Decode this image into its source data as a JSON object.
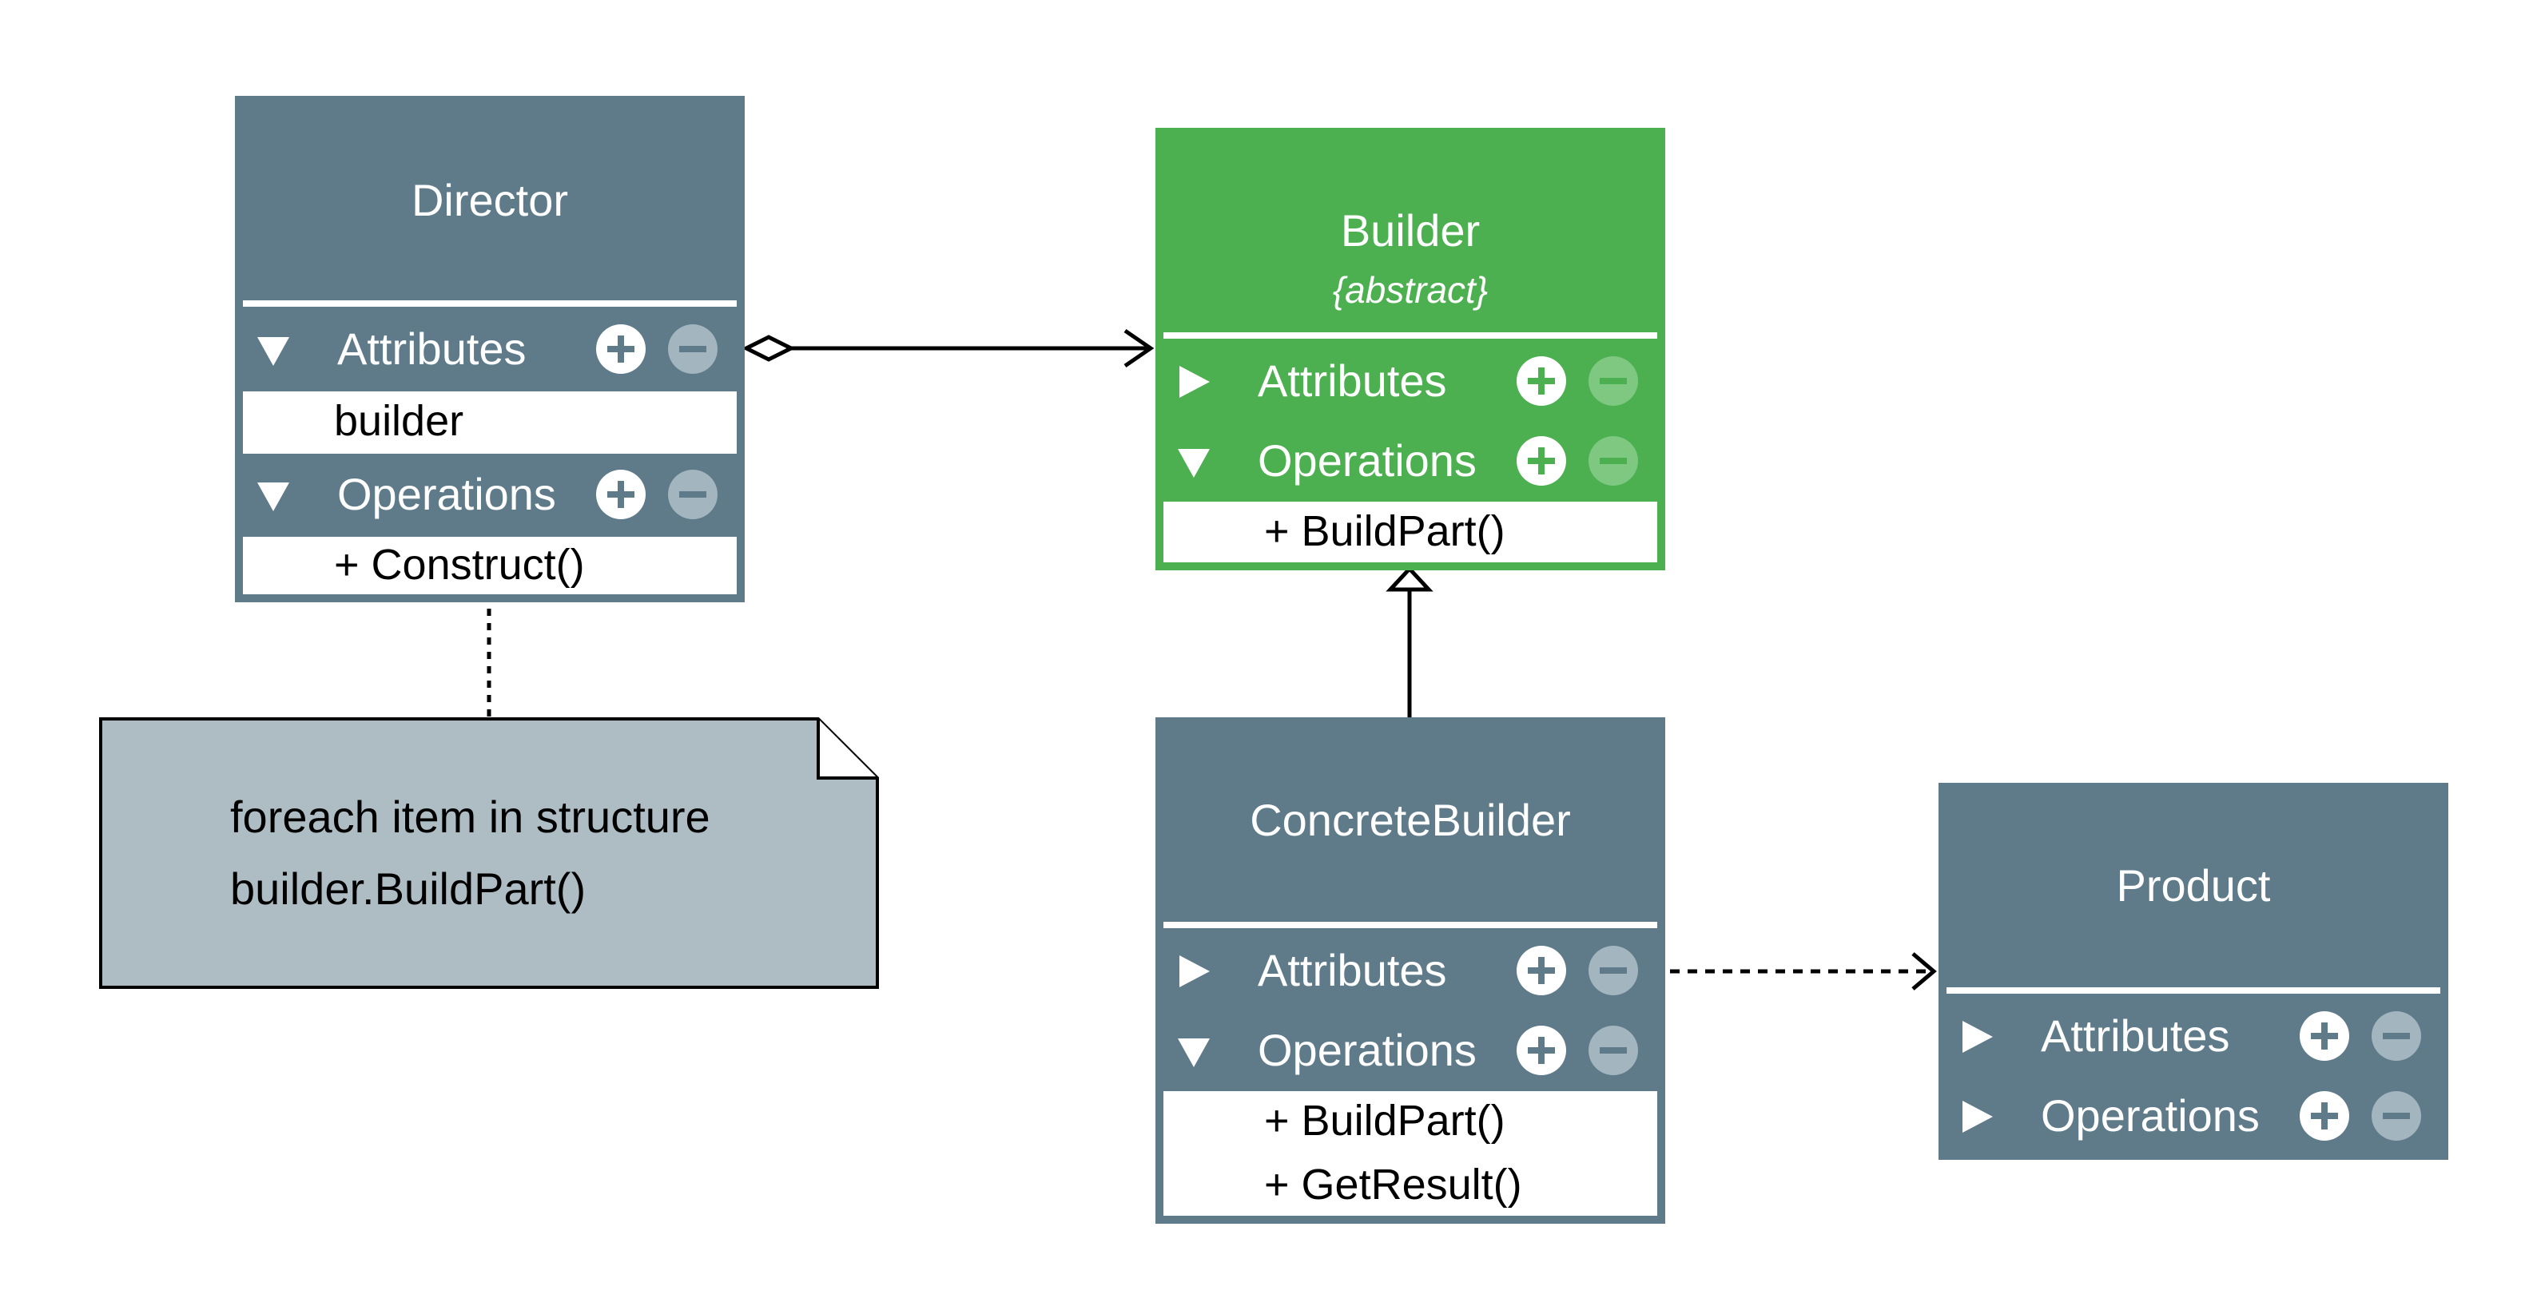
{
  "colors": {
    "class_fill": "#5f7b8a",
    "abstract_fill": "#4caf50",
    "note_fill": "#aebcc4",
    "white": "#ffffff",
    "line": "#000000",
    "remove_btn_fill": "#a3b5be",
    "remove_btn_fill_green": "#7ec882"
  },
  "classes": {
    "director": {
      "name": "Director",
      "attributes_label": "Attributes",
      "attributes": [
        "builder"
      ],
      "operations_label": "Operations",
      "operations": [
        "+ Construct()"
      ]
    },
    "builder": {
      "name": "Builder",
      "stereotype": "{abstract}",
      "attributes_label": "Attributes",
      "operations_label": "Operations",
      "operations": [
        "+ BuildPart()"
      ]
    },
    "concrete_builder": {
      "name": "ConcreteBuilder",
      "attributes_label": "Attributes",
      "operations_label": "Operations",
      "operations": [
        "+ BuildPart()",
        "+ GetResult()"
      ]
    },
    "product": {
      "name": "Product",
      "attributes_label": "Attributes",
      "operations_label": "Operations"
    }
  },
  "note": {
    "lines": [
      "foreach item in structure",
      "builder.BuildPart()"
    ]
  },
  "icons": {
    "expanded": "triangle-down-icon",
    "collapsed": "triangle-right-icon",
    "add": "plus-circle-icon",
    "remove": "minus-circle-icon"
  }
}
